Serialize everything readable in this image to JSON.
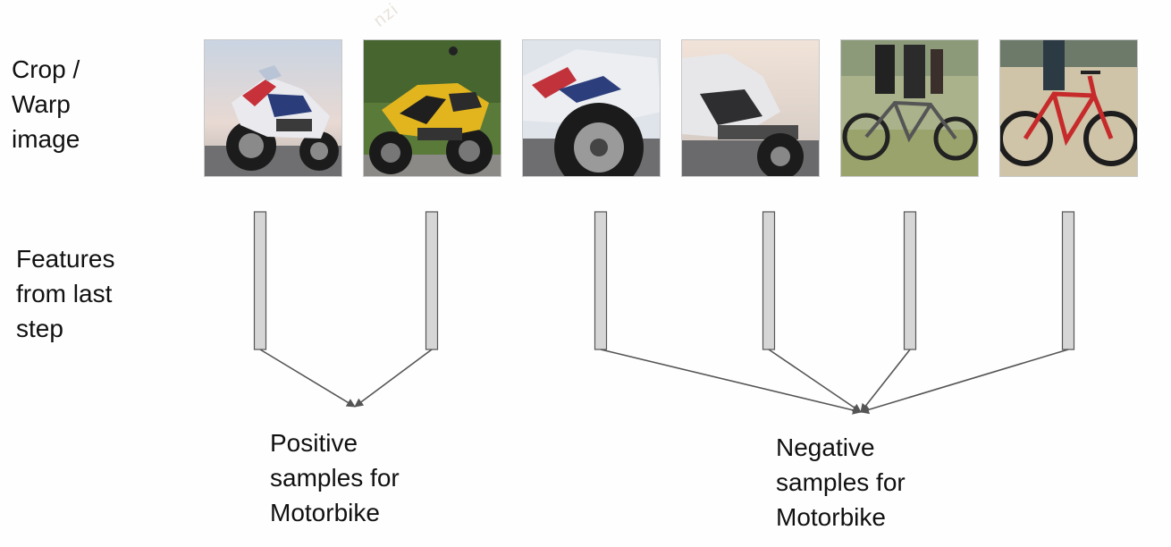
{
  "labels": {
    "crop_warp": "Crop /\nWarp\nimage",
    "features": "Features\nfrom last\nstep"
  },
  "captions": {
    "positive": "Positive\nsamples for\nMotorbike",
    "negative": "Negative\nsamples for\nMotorbike"
  },
  "images": [
    {
      "subject": "motorbike",
      "variant": "white-red sport motorbike",
      "group": "positive"
    },
    {
      "subject": "motorbike",
      "variant": "yellow sport motorbike",
      "group": "positive"
    },
    {
      "subject": "motorbike",
      "variant": "zoomed front wheel of white motorbike",
      "group": "negative"
    },
    {
      "subject": "motorbike",
      "variant": "zoomed rear of motorbike",
      "group": "negative"
    },
    {
      "subject": "bicycle",
      "variant": "tandem bicycle with riders",
      "group": "negative"
    },
    {
      "subject": "bicycle",
      "variant": "red cruiser bicycle",
      "group": "negative"
    }
  ],
  "colors": {
    "feature_bar_fill": "#d6d6d6",
    "feature_bar_stroke": "#555555",
    "arrow": "#555555"
  }
}
